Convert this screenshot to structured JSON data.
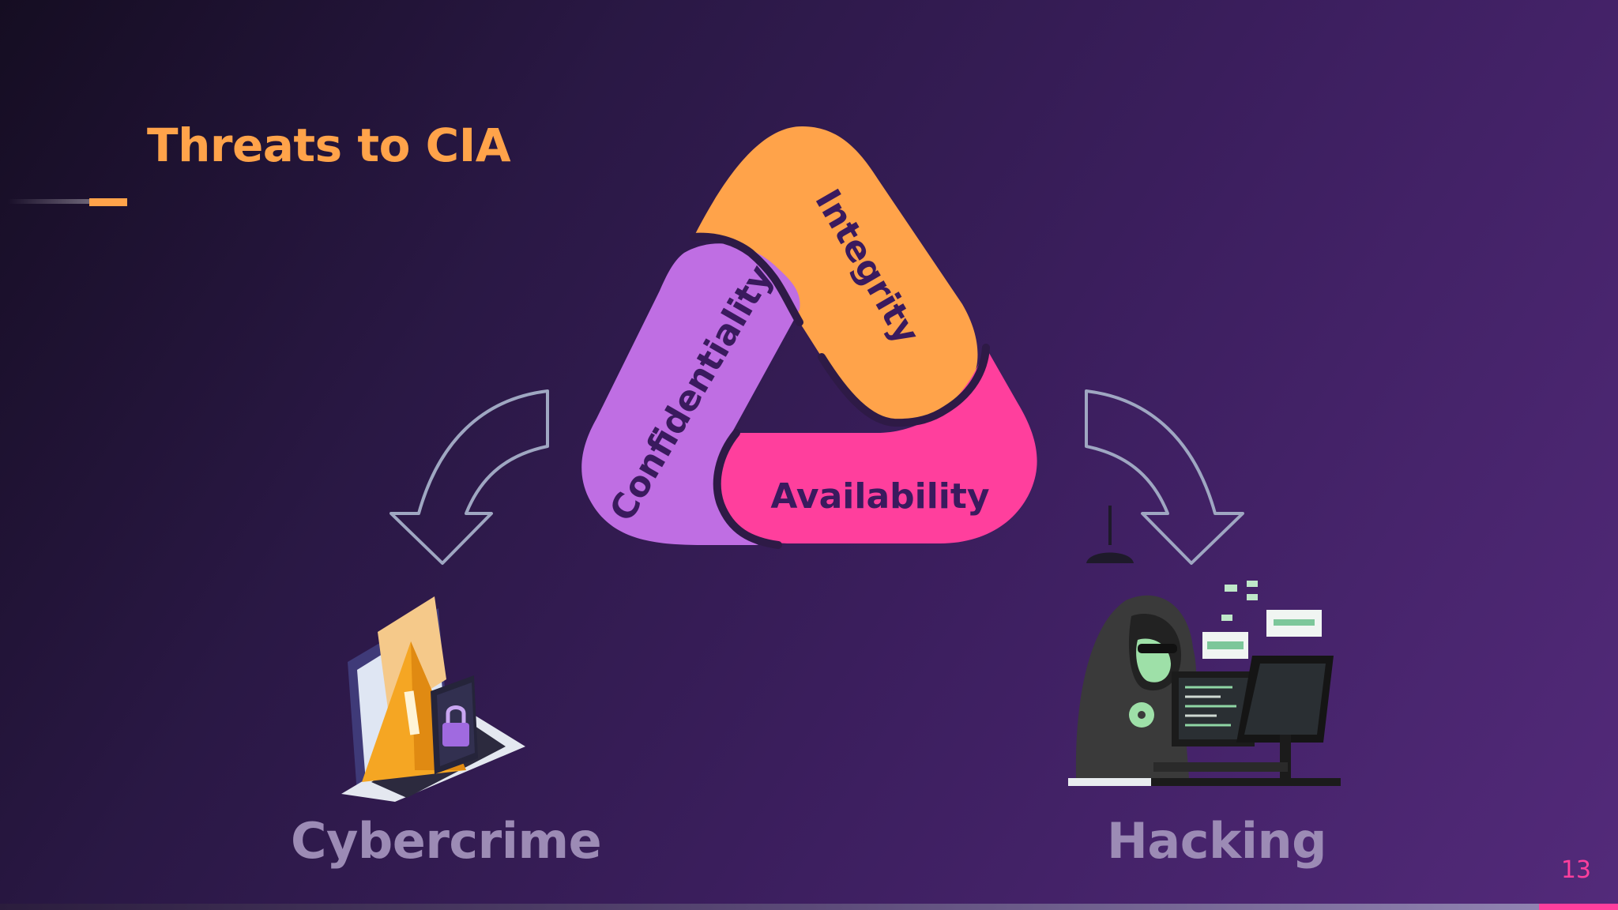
{
  "slide": {
    "title": "Threats to CIA",
    "page_number": "13"
  },
  "triad": {
    "segments": [
      {
        "label": "Integrity",
        "color": "#ffa34a"
      },
      {
        "label": "Confidentiality",
        "color": "#bf6ee3"
      },
      {
        "label": "Availability",
        "color": "#ff3f9d"
      }
    ]
  },
  "threats": [
    {
      "label": "Cybercrime",
      "icon": "cybercrime-laptop-warning-icon"
    },
    {
      "label": "Hacking",
      "icon": "hooded-hacker-computer-icon"
    }
  ],
  "colors": {
    "accent": "#ffa34a",
    "pink": "#ff3f9d",
    "caption": "#9c8bb5"
  }
}
